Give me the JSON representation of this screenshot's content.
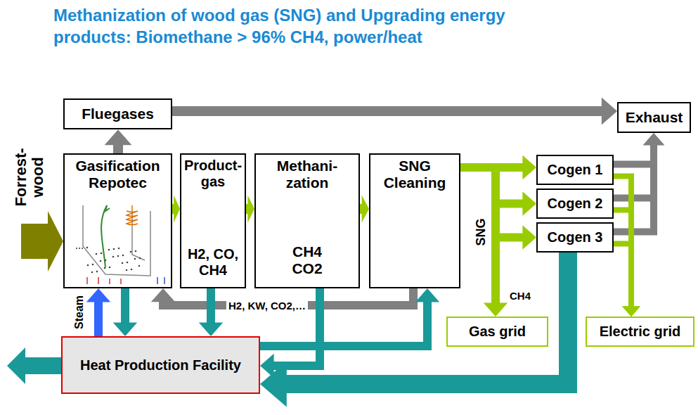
{
  "diagram": {
    "title": "Methanization of wood gas (SNG) and Upgrading energy products: Biomethane > 96% CH4, power/heat",
    "nodes": [
      {
        "text": [
          "Fluegases"
        ]
      },
      {
        "text": [
          "Exhaust"
        ]
      },
      {
        "text": [
          "Gasification Repotec"
        ]
      },
      {
        "text": [
          "Product- gas",
          "H2, CO, CH4"
        ]
      },
      {
        "text": [
          "Methani- zation",
          "CH4 CO2"
        ]
      },
      {
        "text": [
          "SNG Cleaning"
        ]
      },
      {
        "text": [
          "Cogen 1"
        ]
      },
      {
        "text": [
          "Cogen 2"
        ]
      },
      {
        "text": [
          "Cogen 3"
        ]
      },
      {
        "text": [
          "Gas grid"
        ]
      },
      {
        "text": [
          "Electric grid"
        ]
      },
      {
        "text": [
          "Heat Production Facility"
        ]
      }
    ],
    "edges": [
      {
        "from": 2,
        "to": 0,
        "arrow": "to"
      },
      {
        "from": 0,
        "to": 1,
        "arrow": "to"
      },
      {
        "from": 2,
        "to": 3,
        "arrow": "to"
      },
      {
        "from": 3,
        "to": 4,
        "arrow": "to"
      },
      {
        "from": 4,
        "to": 5,
        "arrow": "to"
      },
      {
        "from": 5,
        "to": 6,
        "arrow": "to"
      },
      {
        "from": 5,
        "to": 7,
        "arrow": "to"
      },
      {
        "from": 5,
        "to": 8,
        "arrow": "to"
      },
      {
        "from": 5,
        "to": 9,
        "label": "CH4",
        "arrow": "to"
      },
      {
        "from": 6,
        "to": 1,
        "arrow": "to"
      },
      {
        "from": 7,
        "to": 1,
        "arrow": "to"
      },
      {
        "from": 8,
        "to": 1,
        "arrow": "to"
      },
      {
        "from": 6,
        "to": 10,
        "arrow": "to"
      },
      {
        "from": 7,
        "to": 10,
        "arrow": "to"
      },
      {
        "from": 8,
        "to": 10,
        "arrow": "to"
      },
      {
        "from": 5,
        "to": 2,
        "label": "H2, KW, CO2,…",
        "arrow": "to"
      },
      {
        "from": 11,
        "to": 2,
        "label": "Steam",
        "arrow": "to"
      },
      {
        "from": 2,
        "to": 11,
        "arrow": "to"
      },
      {
        "from": 3,
        "to": 11,
        "arrow": "to"
      },
      {
        "from": 4,
        "to": 11,
        "arrow": "to"
      },
      {
        "from": 11,
        "to": 5,
        "arrow": "to"
      },
      {
        "from": 8,
        "to": 11,
        "arrow": "to"
      }
    ],
    "labels": [
      "Forrest- wood",
      "SNG"
    ]
  }
}
